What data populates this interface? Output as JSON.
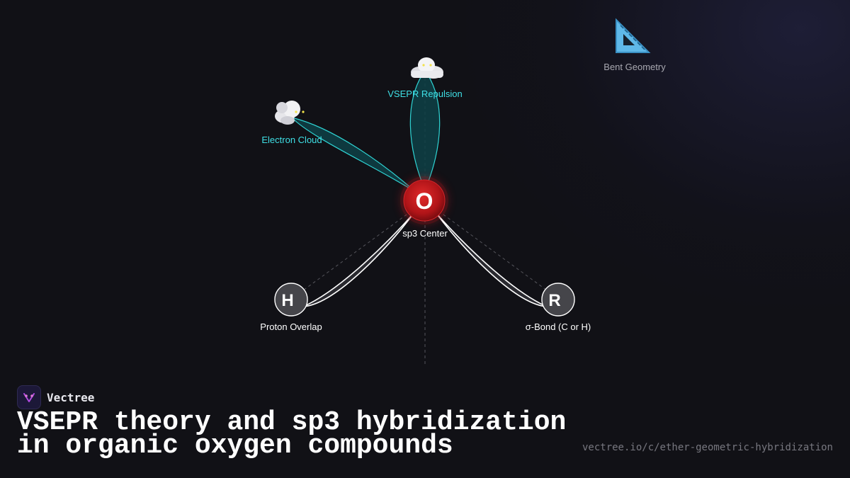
{
  "diagram": {
    "center": {
      "symbol": "O",
      "label": "sp3 Center"
    },
    "lone_pairs": [
      {
        "label": "Electron Cloud",
        "icon": "cloud-icon"
      },
      {
        "label": "VSEPR Repulsion",
        "icon": "cloud-icon"
      }
    ],
    "bonds": [
      {
        "symbol": "H",
        "label": "Proton Overlap"
      },
      {
        "symbol": "R",
        "label": "σ-Bond (C or H)"
      }
    ],
    "geometry": {
      "label": "Bent Geometry",
      "icon": "triangle-ruler-icon"
    }
  },
  "brand": {
    "name": "Vectree"
  },
  "title": {
    "line1": "VSEPR theory and sp3 hybridization",
    "line2": "in organic oxygen compounds"
  },
  "url": "vectree.io/c/ether-geometric-hybridization",
  "colors": {
    "background": "#111116",
    "lone_pair_fill": "#0e4146",
    "lone_pair_stroke": "#2fd4d4",
    "cyan_label": "#3fe0e6",
    "oxygen": "#c0161a",
    "bond_fill": "#2a2a30",
    "atom_fill": "#45454a"
  }
}
